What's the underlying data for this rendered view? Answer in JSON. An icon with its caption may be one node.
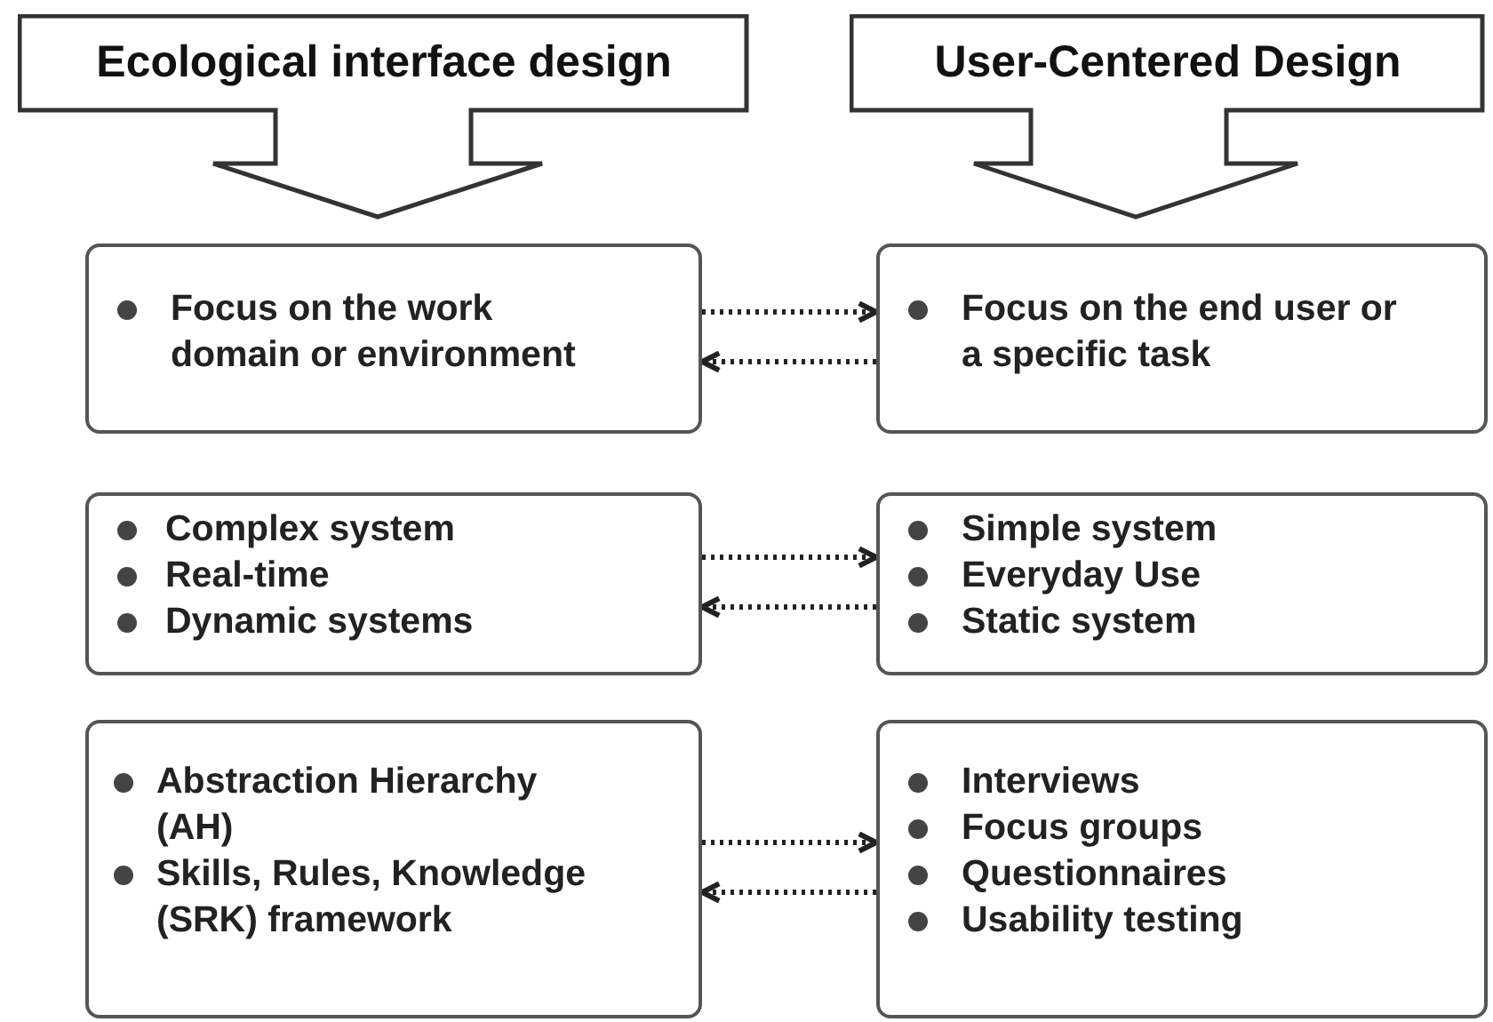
{
  "diagram": {
    "nodes": [
      {
        "text": [
          "Ecological interface design"
        ]
      },
      {
        "text": [
          "User-Centered Design"
        ]
      },
      {
        "text": [
          "Focus on the work domain or environment"
        ]
      },
      {
        "text": [
          "Focus on the end user or a specific task"
        ]
      },
      {
        "text": [
          "Complex system",
          "Real-time",
          "Dynamic systems"
        ]
      },
      {
        "text": [
          "Simple system",
          "Everyday Use",
          "Static system"
        ]
      },
      {
        "text": [
          "Abstraction Hierarchy (AH)",
          "Skills, Rules, Knowledge (SRK) framework"
        ]
      },
      {
        "text": [
          "Interviews",
          "Focus groups",
          "Questionnaires",
          "Usability testing"
        ]
      }
    ],
    "edges": [
      {
        "from": 2,
        "to": 3,
        "arrow": "to",
        "style": "dashed"
      },
      {
        "from": 3,
        "to": 2,
        "arrow": "to",
        "style": "dashed"
      },
      {
        "from": 4,
        "to": 5,
        "arrow": "to",
        "style": "dashed"
      },
      {
        "from": 5,
        "to": 4,
        "arrow": "to",
        "style": "dashed"
      },
      {
        "from": 6,
        "to": 7,
        "arrow": "to",
        "style": "dashed"
      },
      {
        "from": 7,
        "to": 6,
        "arrow": "to",
        "style": "dashed"
      }
    ]
  }
}
